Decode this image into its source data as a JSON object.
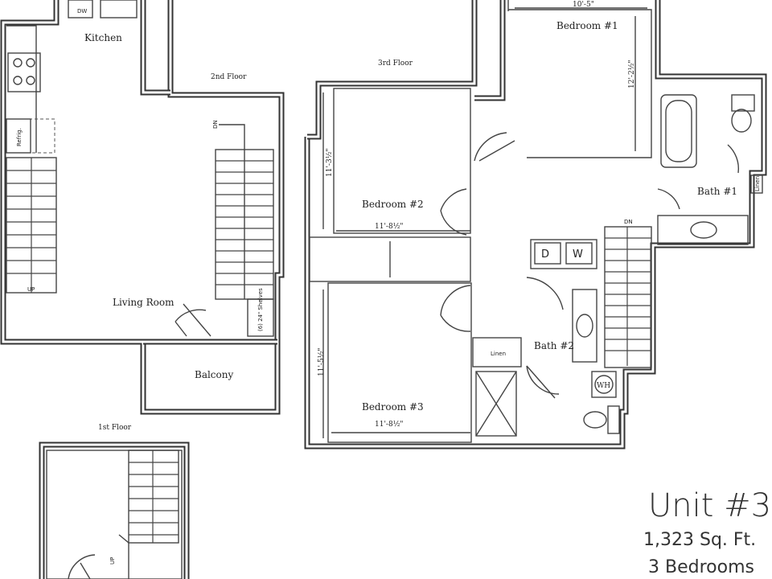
{
  "rooms": {
    "kitchen": "Kitchen",
    "living_room": "Living Room",
    "balcony": "Balcony",
    "bedroom1": "Bedroom #1",
    "bedroom2": "Bedroom #2",
    "bedroom3": "Bedroom #3",
    "bath1": "Bath #1",
    "bath2": "Bath #2"
  },
  "floors": {
    "first": "1st Floor",
    "second": "2nd Floor",
    "third": "3rd Floor"
  },
  "fixtures": {
    "dishwasher": "DW",
    "refrigerator": "Refrig.",
    "dryer": "D",
    "washer": "W",
    "water_heater": "WH",
    "linen_bath1": "Linen",
    "linen_hall": "Linen",
    "shelves": "(6) 24\" Shelves"
  },
  "stairs": {
    "up_left": "UP",
    "dn_2nd": "DN",
    "dn_3rd": "DN",
    "up_1st": "UP"
  },
  "dimensions": {
    "bedroom1_width": "10'-5\"",
    "bedroom1_depth": "12'-2½\"",
    "bedroom2_depth": "11'-3½\"",
    "bedroom2_width": "11'-8½\"",
    "bedroom3_depth": "11'-5½\"",
    "bedroom3_width": "11'-8½\""
  },
  "unit": {
    "name": "Unit #3",
    "area": "1,323 Sq. Ft.",
    "bedrooms": "3 Bedrooms"
  }
}
